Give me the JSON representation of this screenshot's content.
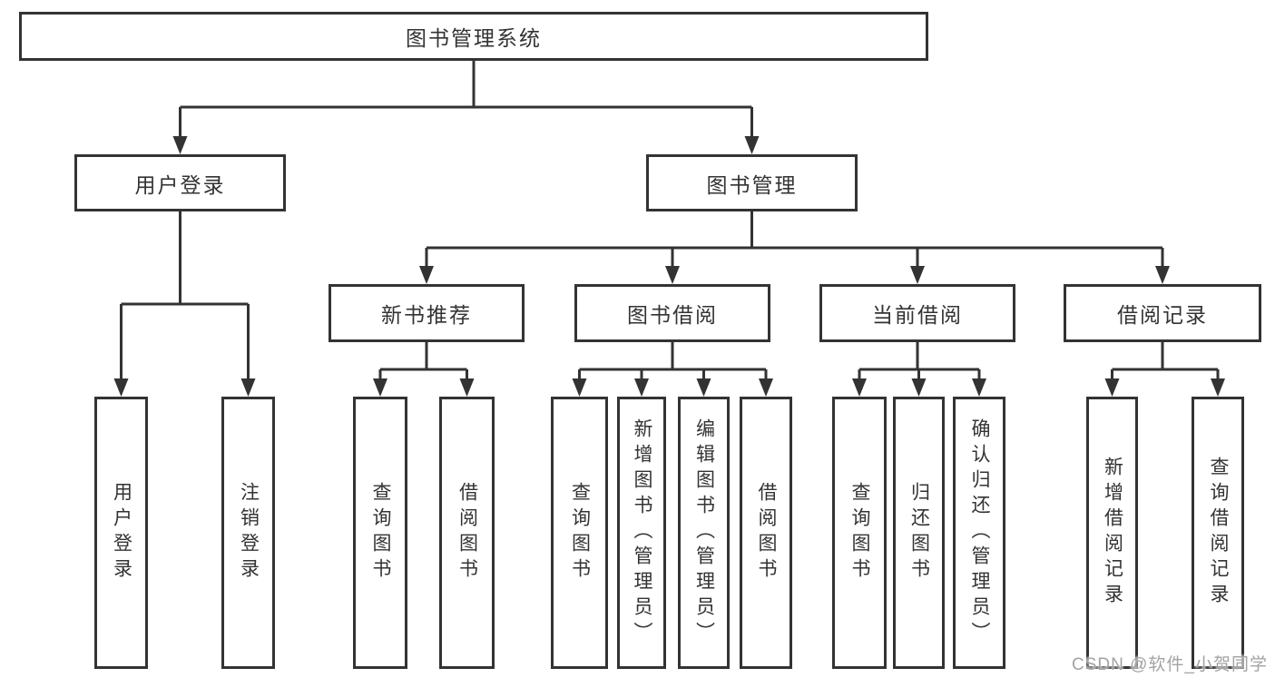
{
  "diagram": {
    "root": {
      "label": "图书管理系统"
    },
    "level2": [
      {
        "label": "用户登录",
        "parent": "图书管理系统"
      },
      {
        "label": "图书管理",
        "parent": "图书管理系统"
      }
    ],
    "level3": [
      {
        "label": "新书推荐",
        "parent": "图书管理"
      },
      {
        "label": "图书借阅",
        "parent": "图书管理"
      },
      {
        "label": "当前借阅",
        "parent": "图书管理"
      },
      {
        "label": "借阅记录",
        "parent": "图书管理"
      }
    ],
    "leaves": [
      {
        "label": "用户登录",
        "parent": "用户登录"
      },
      {
        "label": "注销登录",
        "parent": "用户登录"
      },
      {
        "label": "查询图书",
        "parent": "新书推荐"
      },
      {
        "label": "借阅图书",
        "parent": "新书推荐"
      },
      {
        "label": "查询图书",
        "parent": "图书借阅"
      },
      {
        "label": "新增图书（管理员）",
        "parent": "图书借阅"
      },
      {
        "label": "编辑图书（管理员）",
        "parent": "图书借阅"
      },
      {
        "label": "借阅图书",
        "parent": "图书借阅"
      },
      {
        "label": "查询图书",
        "parent": "当前借阅"
      },
      {
        "label": "归还图书",
        "parent": "当前借阅"
      },
      {
        "label": "确认归还（管理员）",
        "parent": "当前借阅"
      },
      {
        "label": "新增借阅记录",
        "parent": "借阅记录"
      },
      {
        "label": "查询借阅记录",
        "parent": "借阅记录"
      }
    ]
  },
  "watermark": {
    "text": "CSDN @软件_小贺同学"
  },
  "colors": {
    "line": "#333333",
    "text": "#333333",
    "background": "#ffffff",
    "watermark": "#a3a3a3"
  }
}
